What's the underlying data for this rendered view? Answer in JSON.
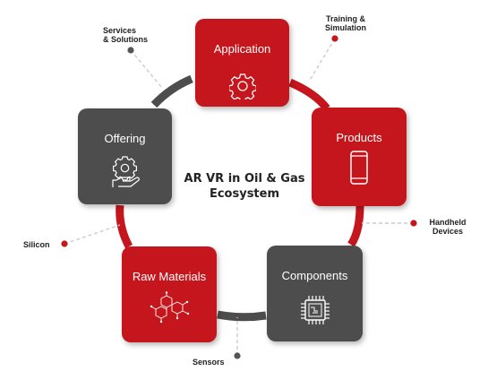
{
  "diagram": {
    "center_title_line1": "AR VR in Oil & Gas",
    "center_title_line2": "Ecosystem",
    "nodes": [
      {
        "label": "Application",
        "color": "#c4161c",
        "icon": "gear-icon"
      },
      {
        "label": "Products",
        "color": "#c4161c",
        "icon": "smartphone-icon"
      },
      {
        "label": "Components",
        "color": "#4d4d4d",
        "icon": "chip-icon"
      },
      {
        "label": "Raw Materials",
        "color": "#c4161c",
        "icon": "molecule-icon"
      },
      {
        "label": "Offering",
        "color": "#4d4d4d",
        "icon": "hand-gear-icon"
      }
    ],
    "external": {
      "services_line1": "Services",
      "services_line2": "& Solutions",
      "training_line1": "Training &",
      "training_line2": "Simulation",
      "handheld_line1": "Handheld",
      "handheld_line2": "Devices",
      "sensors": "Sensors",
      "silicon": "Silicon"
    }
  },
  "colors": {
    "accent": "#c4161c",
    "dark": "#4d4d4d",
    "connector": "#cccccc",
    "dot": "#555555"
  }
}
